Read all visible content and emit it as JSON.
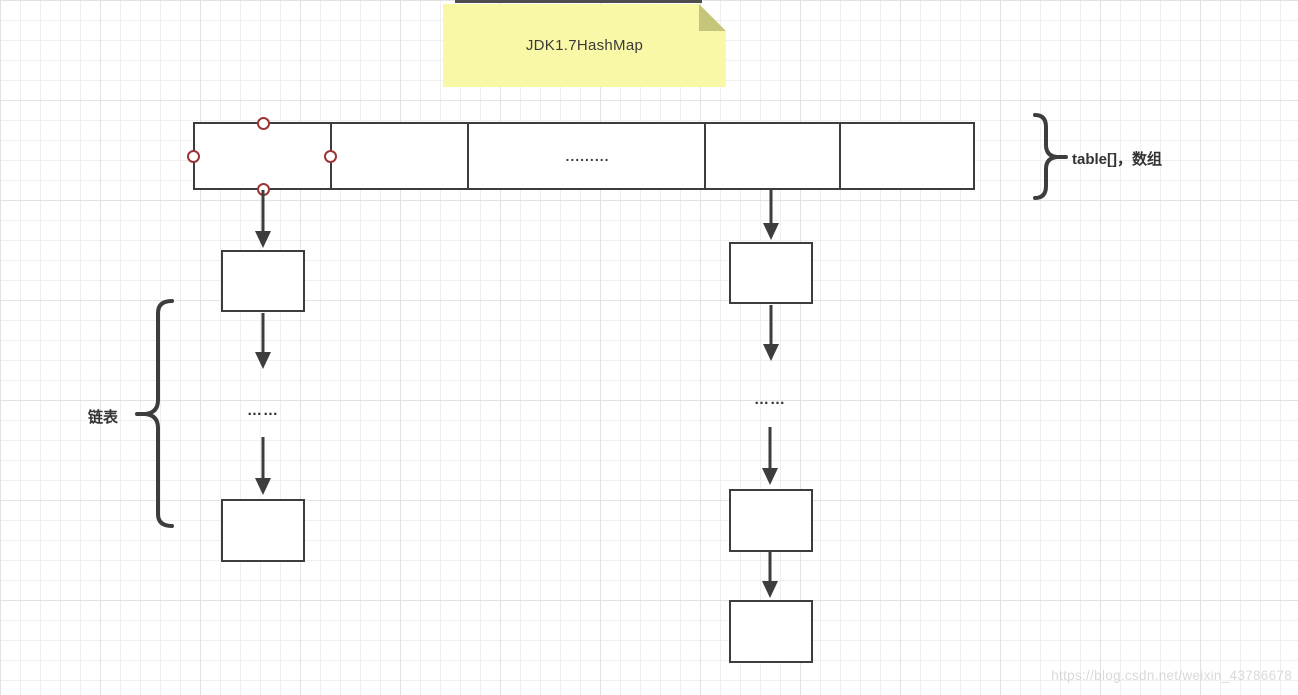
{
  "note": {
    "title": "JDK1.7HashMap"
  },
  "array": {
    "ellipsis": ".........",
    "brace_label": "table[]，数组"
  },
  "list": {
    "brace_label": "链表",
    "ellipsis_left": "……",
    "ellipsis_right": "……"
  },
  "watermark": {
    "text": "https://blog.csdn.net/weixin_43786678"
  },
  "colors": {
    "stroke": "#3d3d3d",
    "handle_border": "#9c3535",
    "note_fill": "#f8f8a6",
    "note_fold": "#c6c67b",
    "grid_minor": "#efefef",
    "grid_major": "#e2e2e2"
  }
}
